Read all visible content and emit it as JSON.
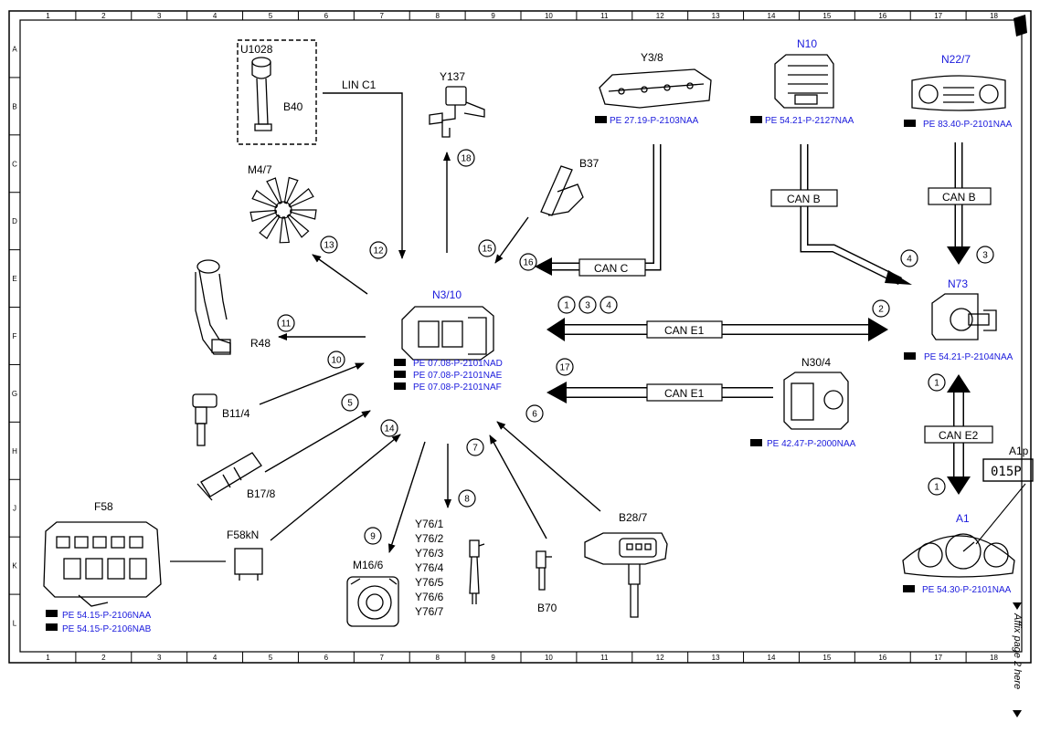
{
  "grid": {
    "columns": [
      "1",
      "2",
      "3",
      "4",
      "5",
      "6",
      "7",
      "8",
      "9",
      "10",
      "11",
      "12",
      "13",
      "14",
      "15",
      "16",
      "17",
      "18"
    ],
    "rows": [
      "A",
      "B",
      "C",
      "D",
      "E",
      "F",
      "G",
      "H",
      "J",
      "K",
      "L"
    ]
  },
  "components": {
    "u1028": "U1028",
    "b40": "B40",
    "lin_c1": "LIN C1",
    "y137": "Y137",
    "y3_8": "Y3/8",
    "n10": "N10",
    "n22_7": "N22/7",
    "m4_7": "M4/7",
    "b37": "B37",
    "n3_10": "N3/10",
    "n73": "N73",
    "r48": "R48",
    "b11_4": "B11/4",
    "b17_8": "B17/8",
    "n30_4": "N30/4",
    "f58": "F58",
    "f58kn": "F58kN",
    "m16_6": "M16/6",
    "y76": [
      "Y76/1",
      "Y76/2",
      "Y76/3",
      "Y76/4",
      "Y76/5",
      "Y76/6",
      "Y76/7"
    ],
    "b70": "B70",
    "b28_7": "B28/7",
    "a1": "A1",
    "a1p": "A1p",
    "a1p_display": "015P"
  },
  "buses": {
    "can_c": "CAN C",
    "can_b1": "CAN B",
    "can_b2": "CAN B",
    "can_e1a": "CAN E1",
    "can_e1b": "CAN E1",
    "can_e2": "CAN E2"
  },
  "refs": {
    "y3_8": "PE 27.19-P-2103NAA",
    "n10": "PE 54.21-P-2127NAA",
    "n22_7": "PE 83.40-P-2101NAA",
    "n3_10": [
      "PE 07.08-P-2101NAD",
      "PE 07.08-P-2101NAE",
      "PE 07.08-P-2101NAF"
    ],
    "n73": "PE 54.21-P-2104NAA",
    "n30_4": "PE 42.47-P-2000NAA",
    "a1": "PE 54.30-P-2101NAA",
    "f58": [
      "PE 54.15-P-2106NAA",
      "PE 54.15-P-2106NAB"
    ]
  },
  "numbers": [
    "1",
    "2",
    "3",
    "4",
    "5",
    "6",
    "7",
    "8",
    "9",
    "10",
    "11",
    "12",
    "13",
    "14",
    "15",
    "16",
    "17",
    "18"
  ],
  "side_note": "Affix page 2 here"
}
